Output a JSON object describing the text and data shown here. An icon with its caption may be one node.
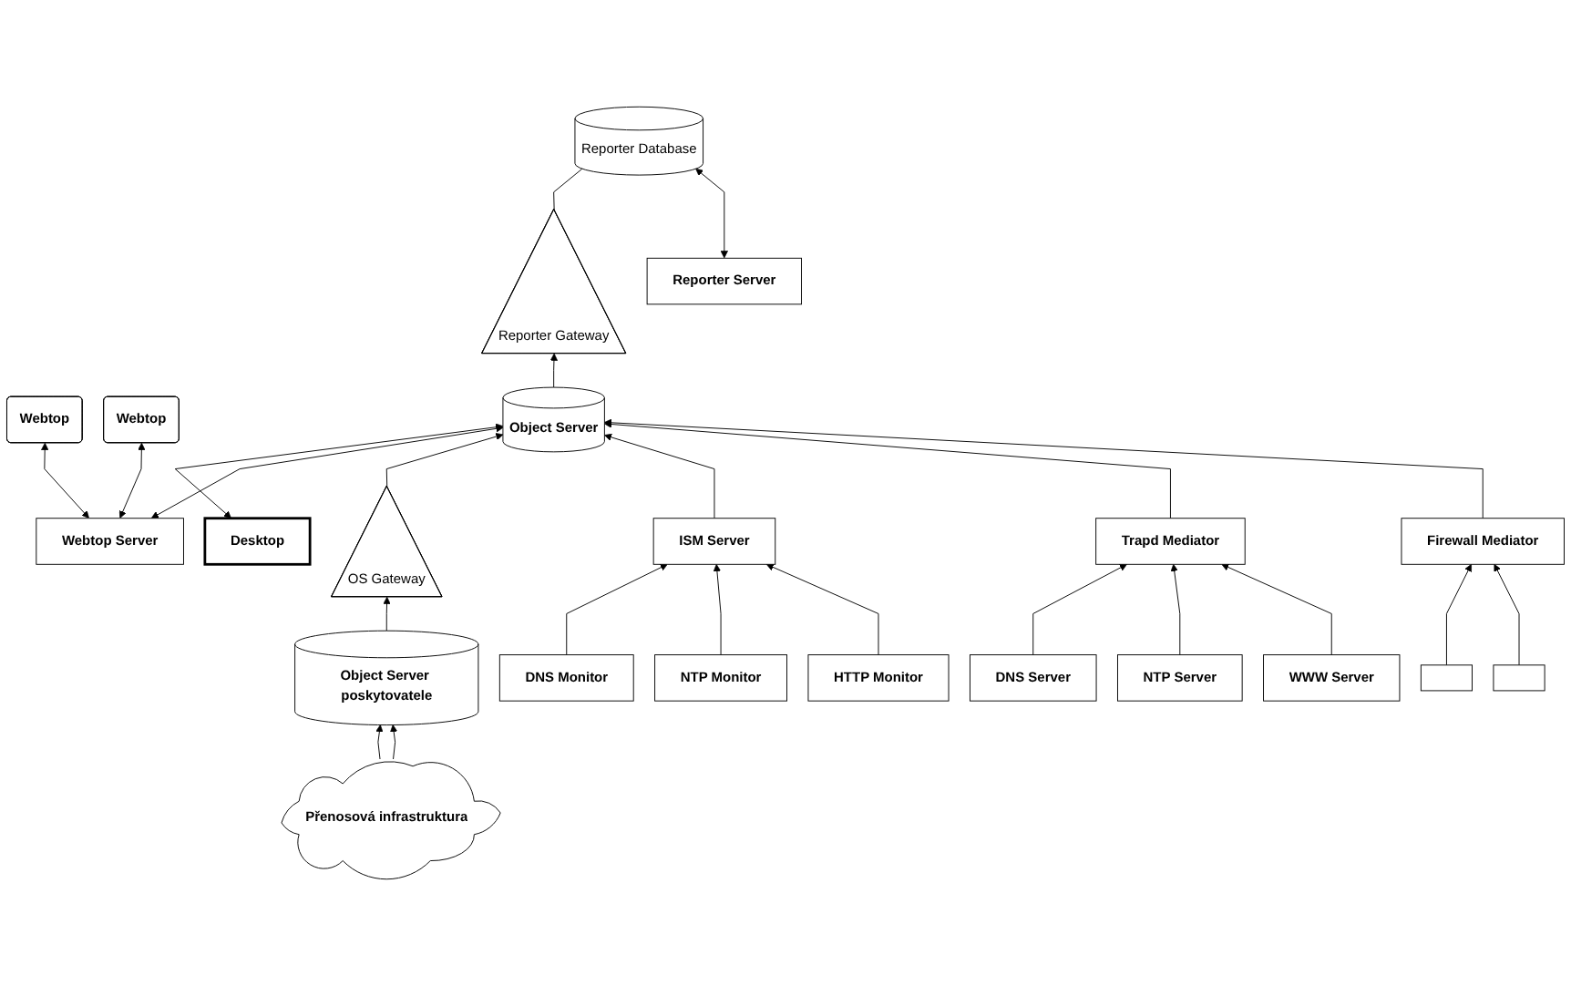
{
  "diagram": {
    "nodes": [
      {
        "text": [
          "Desktop"
        ]
      },
      {
        "text": [
          "Webtop"
        ]
      },
      {
        "text": [
          "Webtop"
        ]
      },
      {
        "text": [
          "Webtop Server"
        ]
      },
      {
        "text": [
          "Object Server"
        ]
      },
      {
        "text": [
          "Reporter Gateway"
        ]
      },
      {
        "text": [
          "Reporter Database"
        ]
      },
      {
        "text": [
          "Reporter Server"
        ]
      },
      {
        "text": [
          "OS Gateway"
        ]
      },
      {
        "text": [
          "ISM Server"
        ]
      },
      {
        "text": [
          "Trapd Mediator"
        ]
      },
      {
        "text": [
          "Firewall Mediator"
        ]
      },
      {
        "text": [
          "Object Server poskytovatele"
        ]
      },
      {
        "text": [
          "DNS Monitor"
        ]
      },
      {
        "text": [
          "NTP Monitor"
        ]
      },
      {
        "text": [
          "HTTP Monitor"
        ]
      },
      {
        "text": [
          "DNS Server"
        ]
      },
      {
        "text": [
          "NTP Server"
        ]
      },
      {
        "text": [
          "WWW Server"
        ]
      },
      {
        "text": [],
        "shape": "box"
      },
      {
        "text": [],
        "shape": "box"
      },
      {
        "text": [
          "Přenosová infrastruktura"
        ]
      }
    ],
    "edges": [
      {
        "from": 0,
        "to": 4,
        "arrow": "both"
      },
      {
        "from": 3,
        "to": 1,
        "arrow": "both"
      },
      {
        "from": 3,
        "to": 2,
        "arrow": "both"
      },
      {
        "from": 3,
        "to": 4,
        "arrow": "both"
      },
      {
        "from": 4,
        "to": 5,
        "arrow": "to"
      },
      {
        "from": 5,
        "to": 6,
        "arrow": "none"
      },
      {
        "from": 7,
        "to": 6,
        "arrow": "both"
      },
      {
        "from": 8,
        "to": 4,
        "arrow": "to"
      },
      {
        "from": 12,
        "to": 8,
        "arrow": "to"
      },
      {
        "from": 21,
        "to": 12,
        "arrow": "to"
      },
      {
        "from": 21,
        "to": 12,
        "arrow": "to"
      },
      {
        "from": 9,
        "to": 4,
        "arrow": "to"
      },
      {
        "from": 10,
        "to": 4,
        "arrow": "to"
      },
      {
        "from": 11,
        "to": 4,
        "arrow": "to"
      },
      {
        "from": 13,
        "to": 9,
        "arrow": "to"
      },
      {
        "from": 14,
        "to": 9,
        "arrow": "to"
      },
      {
        "from": 15,
        "to": 9,
        "arrow": "to"
      },
      {
        "from": 16,
        "to": 10,
        "arrow": "to"
      },
      {
        "from": 17,
        "to": 10,
        "arrow": "to"
      },
      {
        "from": 18,
        "to": 10,
        "arrow": "to"
      },
      {
        "from": 19,
        "to": 11,
        "arrow": "to"
      },
      {
        "from": 20,
        "to": 11,
        "arrow": "to"
      }
    ]
  }
}
